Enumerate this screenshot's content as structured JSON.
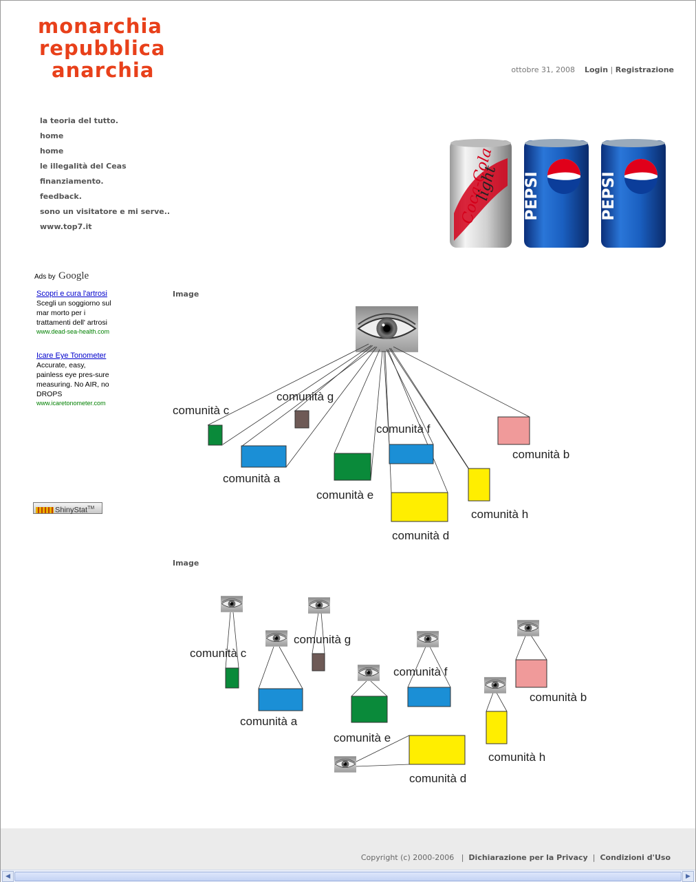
{
  "logo": {
    "line1": "monarchia",
    "line2": "repubblica",
    "line3": "anarchia",
    "color": "#e8401a"
  },
  "header": {
    "date": "ottobre 31, 2008",
    "login": "Login",
    "separator": "|",
    "register": "Registrazione"
  },
  "nav": [
    {
      "label": "la teoria del tutto."
    },
    {
      "label": "home"
    },
    {
      "label": "home"
    },
    {
      "label": "le illegalità del Ceas"
    },
    {
      "label": "finanziamento."
    },
    {
      "label": "feedback."
    },
    {
      "label": "sono un visitatore e mi serve.."
    },
    {
      "label": "www.top7.it"
    }
  ],
  "ads": {
    "ads_by": "Ads by",
    "google": "Google",
    "items": [
      {
        "title": "Scopri e cura l'artrosi",
        "desc": "Scegli un soggiorno sul mar morto per i trattamenti dell' artrosi",
        "url": "www.dead-sea-health.com"
      },
      {
        "title": "Icare Eye Tonometer",
        "desc": "Accurate, easy, painless eye pres-sure measuring. No AIR, no DROPS",
        "url": "www.icaretonometer.com"
      }
    ]
  },
  "shinystat": {
    "label": "ShinyStat",
    "tm": "TM"
  },
  "banner": {
    "cans": [
      {
        "brand": "Coca-Cola",
        "sub": "light",
        "icon": "coca-cola-light-can"
      },
      {
        "brand": "PEPSI",
        "sub": "",
        "icon": "pepsi-can"
      },
      {
        "brand": "PEPSI",
        "sub": "",
        "icon": "pepsi-can"
      }
    ]
  },
  "diagram1": {
    "label": "Image",
    "communities": [
      {
        "name": "comunità c",
        "color": "#0a8a3a"
      },
      {
        "name": "comunità g",
        "color": "#6e5a56"
      },
      {
        "name": "comunità a",
        "color": "#1b8fd6"
      },
      {
        "name": "comunità f",
        "color": "#1b8fd6"
      },
      {
        "name": "comunità e",
        "color": "#0a8a3a"
      },
      {
        "name": "comunità b",
        "color": "#f09a9a"
      },
      {
        "name": "comunità h",
        "color": "#ffee00"
      },
      {
        "name": "comunità d",
        "color": "#ffee00"
      }
    ]
  },
  "diagram2": {
    "label": "Image",
    "communities": [
      {
        "name": "comunità c"
      },
      {
        "name": "comunità g"
      },
      {
        "name": "comunità a"
      },
      {
        "name": "comunità f"
      },
      {
        "name": "comunità e"
      },
      {
        "name": "comunità b"
      },
      {
        "name": "comunità h"
      },
      {
        "name": "comunità d"
      }
    ]
  },
  "footer": {
    "copyright": "Copyright (c) 2000-2006",
    "separator": "|",
    "privacy": "Dichiarazione per la Privacy",
    "terms": "Condizioni d'Uso"
  }
}
